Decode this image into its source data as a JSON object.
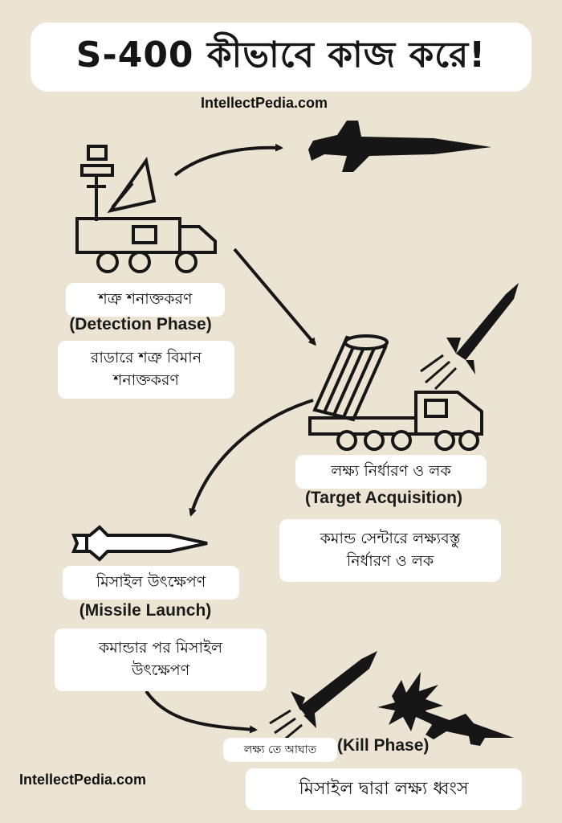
{
  "title": "S-400 কীভাবে কাজ করে!",
  "brand_top": "IntellectPedia.com",
  "brand_bottom": "IntellectPedia.com",
  "steps": [
    {
      "label": "শত্রু শনাক্তকরণ",
      "phase": "(Detection Phase)",
      "desc_line1": "রাডারে শত্রু বিমান",
      "desc_line2": "শনাক্তকরণ"
    },
    {
      "label": "লক্ষ্য নির্ধারণ ও লক",
      "phase": "(Target Acquisition)",
      "desc_line1": "কমান্ড সেন্টারে লক্ষ্যবস্তু",
      "desc_line2": "নির্ধারণ ও লক"
    },
    {
      "label": "মিসাইল উৎক্ষেপণ",
      "phase": "(Missile Launch)",
      "desc_line1": "কমান্ডার পর মিসাইল",
      "desc_line2": "উৎক্ষেপণ"
    },
    {
      "label": "লক্ষ্য তে আঘাত",
      "phase": "(Kill Phase)",
      "desc_line1": "মিসাইল দ্বারা লক্ষ্য ধ্বংস"
    }
  ],
  "icons": [
    "radar-truck-icon",
    "fighter-jet-icon",
    "launcher-truck-icon",
    "missile-icon",
    "cruise-missile-icon",
    "explosion-icon",
    "arrow-icon"
  ],
  "colors": {
    "background": "#ece4d3",
    "ink": "#161616",
    "panel": "#ffffff"
  }
}
